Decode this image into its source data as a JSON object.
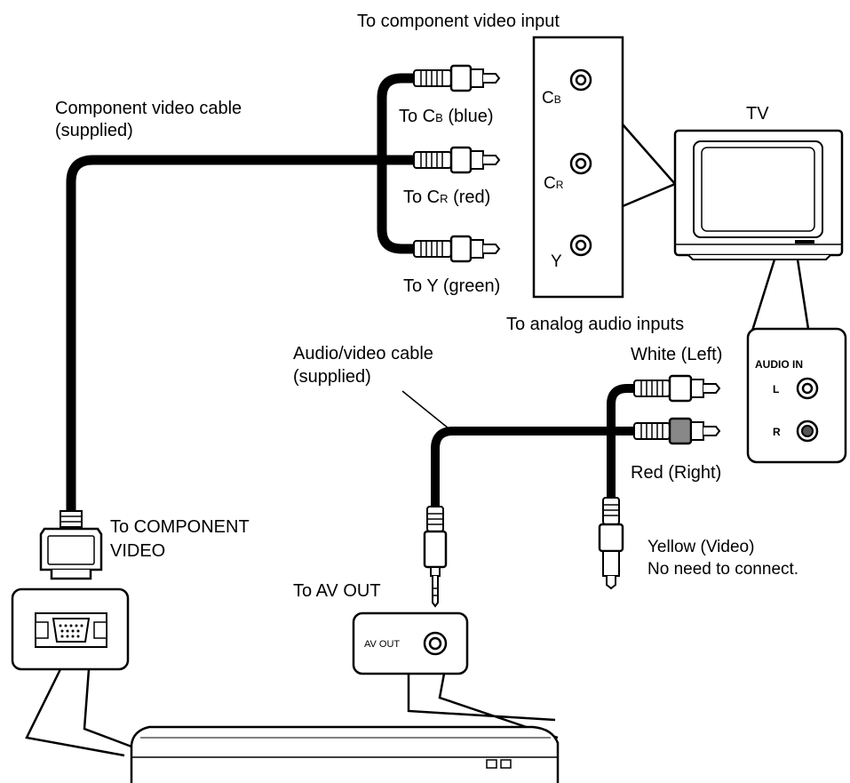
{
  "labels": {
    "component_video_input": "To component video input",
    "component_cable_line1": "Component video cable",
    "component_cable_line2": "(supplied)",
    "to_cb": "To C",
    "to_cb_sub": "B",
    "to_cb_color": " (blue)",
    "to_cr": "To C",
    "to_cr_sub": "R",
    "to_cr_color": " (red)",
    "to_y": "To Y (green)",
    "tv": "TV",
    "jack_cb": "C",
    "jack_cb_sub": "B",
    "jack_cr": "C",
    "jack_cr_sub": "R",
    "jack_y": "Y",
    "analog_audio_inputs": "To analog audio inputs",
    "av_cable_line1": "Audio/video cable",
    "av_cable_line2": "(supplied)",
    "white_left": "White (Left)",
    "red_right": "Red (Right)",
    "audio_in": "AUDIO IN",
    "audio_l": "L",
    "audio_r": "R",
    "to_component_line1": "To COMPONENT",
    "to_component_line2": "VIDEO",
    "yellow_video": "Yellow (Video)",
    "no_need": "No need to connect.",
    "to_av_out": "To AV OUT",
    "av_out_panel": "AV OUT"
  }
}
